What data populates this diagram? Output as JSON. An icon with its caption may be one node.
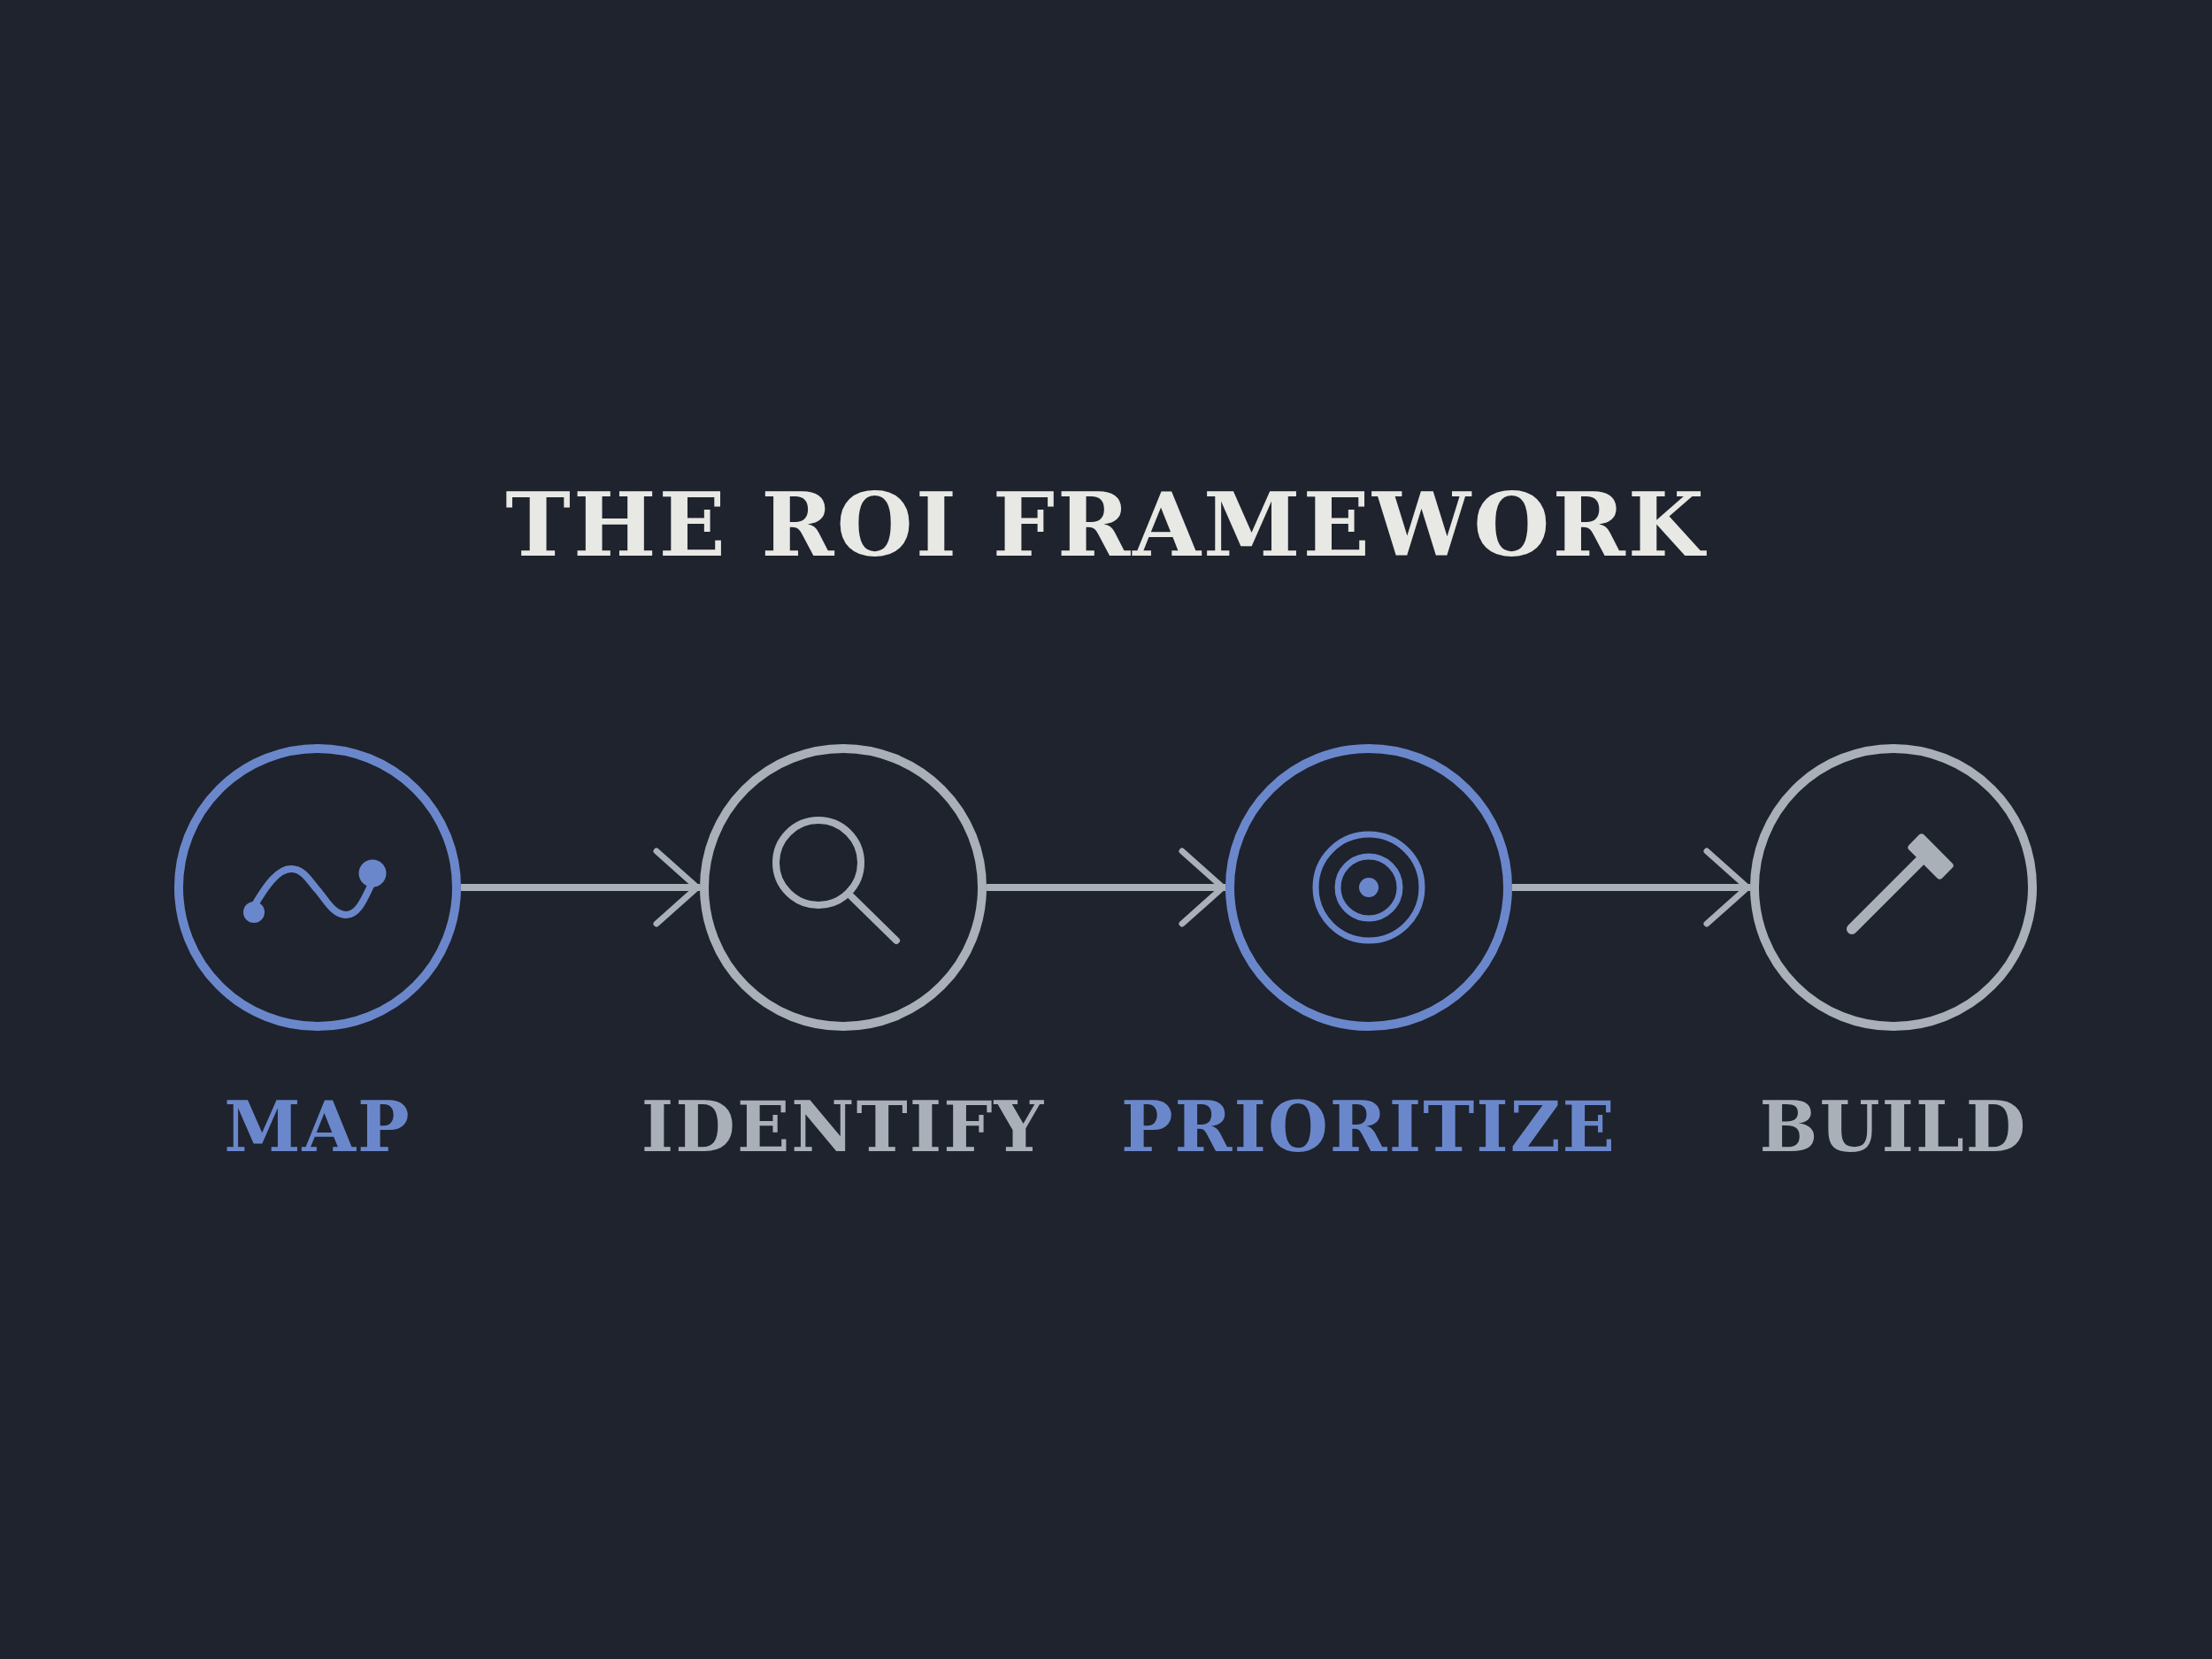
{
  "diagram": {
    "title": "THE ROI FRAMEWORK",
    "nodes": [
      {
        "text": [
          "MAP"
        ]
      },
      {
        "text": [
          "IDENTIFY"
        ]
      },
      {
        "text": [
          "PRIORITIZE"
        ]
      },
      {
        "text": [
          "BUILD"
        ]
      }
    ],
    "edges": [
      {
        "from": 0,
        "to": 1,
        "arrow": "to"
      },
      {
        "from": 1,
        "to": 2,
        "arrow": "to"
      },
      {
        "from": 2,
        "to": 3,
        "arrow": "to"
      }
    ]
  }
}
